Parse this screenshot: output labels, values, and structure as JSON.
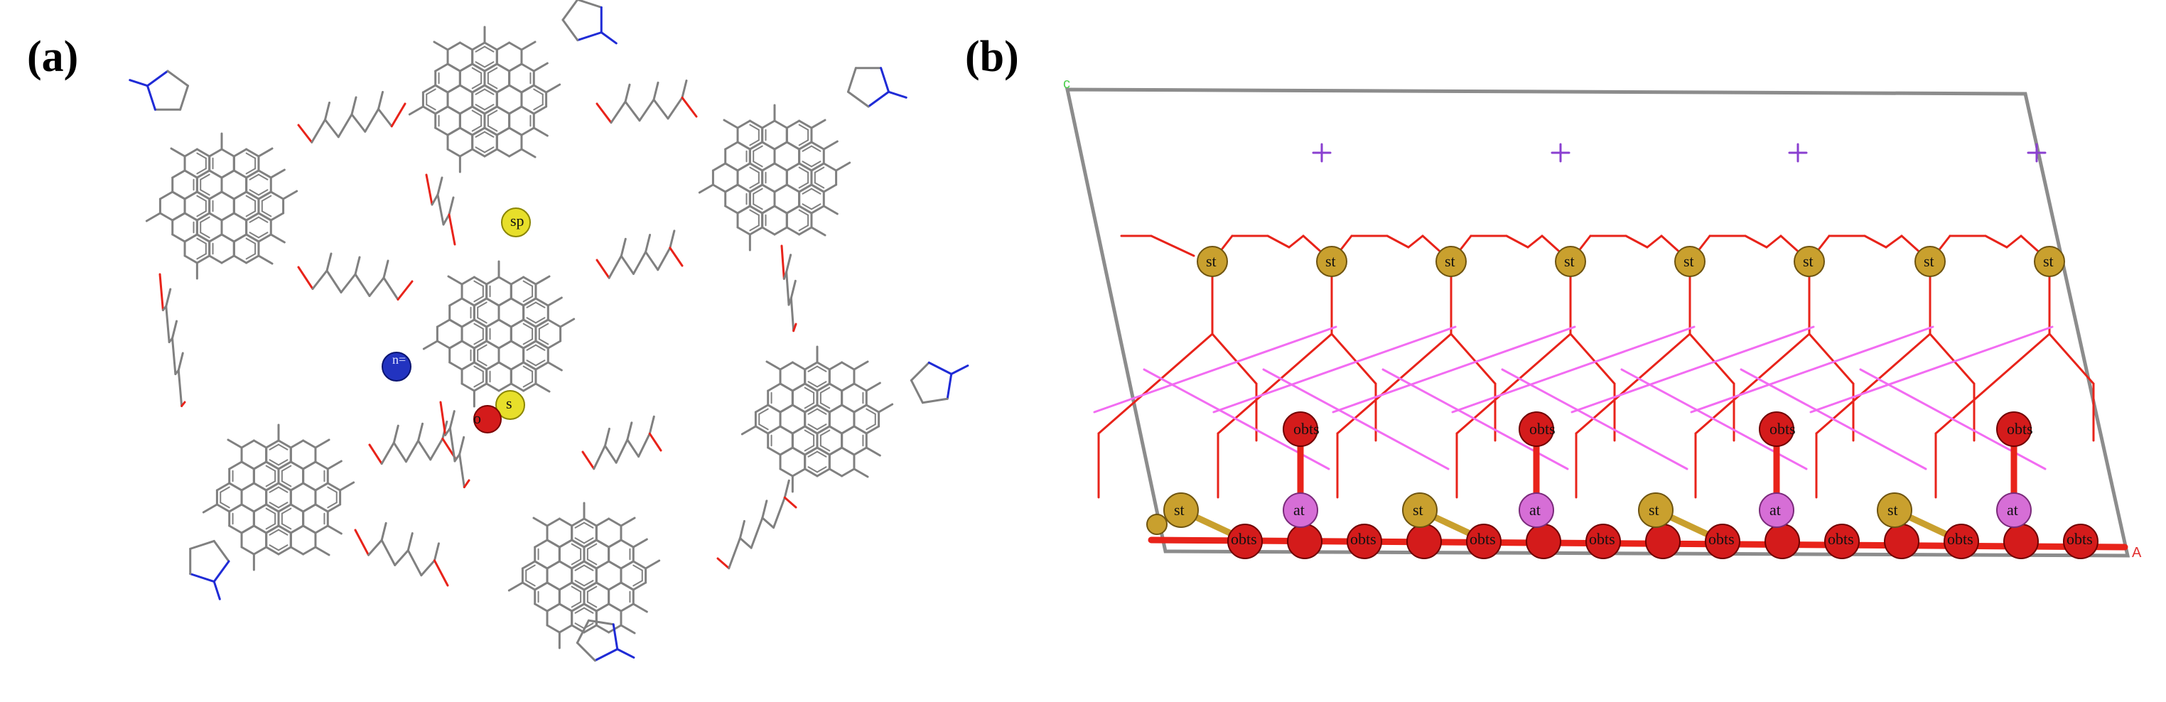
{
  "panels": {
    "a": {
      "label": "(a)",
      "atom_labels": {
        "sp": "sp",
        "n": "n=",
        "s": "s",
        "o": "o"
      }
    },
    "b": {
      "label": "(b)",
      "axis_labels": {
        "c": "c",
        "a": "A"
      },
      "atom_labels": {
        "st": "st",
        "at": "at",
        "obts": "obts"
      }
    }
  },
  "colors": {
    "bond": "#808080",
    "oxygen_bond": "#e8231a",
    "nitrogen_bond": "#1f2bd6",
    "sulfur_atom": "#e7df2a",
    "nitrogen_atom": "#2233c0",
    "oxygen_atom": "#d41b1b",
    "silicon_atom": "#c9a02e",
    "aluminum_atom": "#d66ed6",
    "cell_border": "#8c8c8c",
    "magenta_bond": "#f26cf2",
    "ion_marker": "#8a3fd0"
  }
}
